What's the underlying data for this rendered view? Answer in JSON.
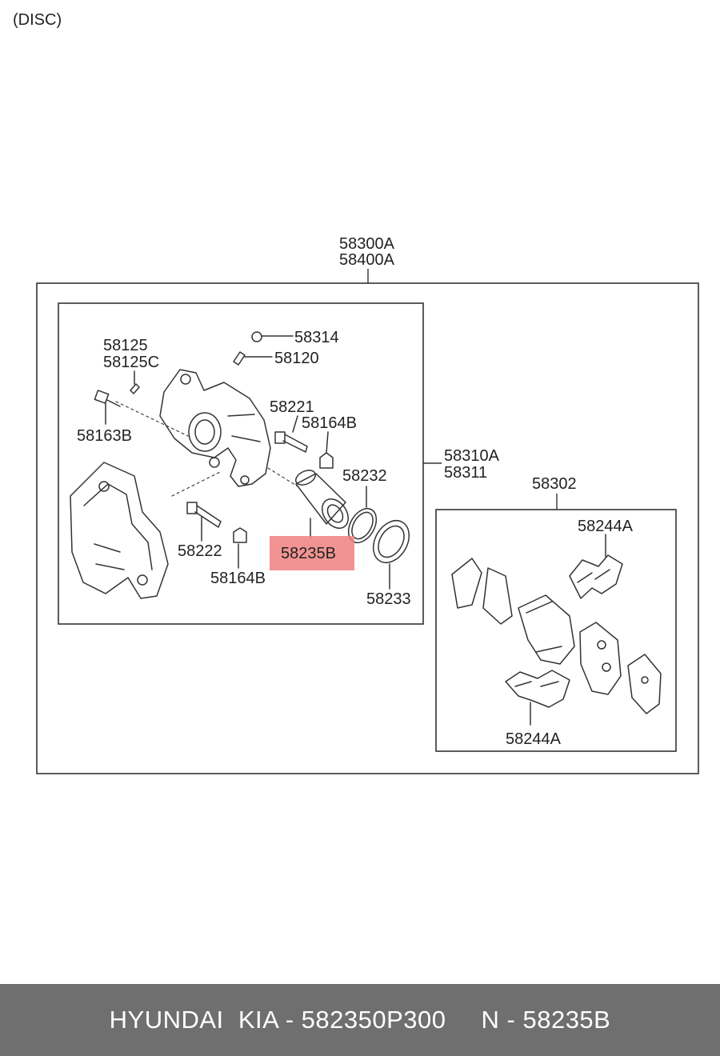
{
  "header": {
    "label": "(DISC)"
  },
  "diagram": {
    "assembly_labels": [
      "58300A",
      "58400A"
    ],
    "caliper_group_labels": [
      "58310A",
      "58311"
    ],
    "pad_kit_label": "58302",
    "highlight_color": "#f08080",
    "parts": {
      "p58125": "58125",
      "p58125c": "58125C",
      "p58314": "58314",
      "p58120": "58120",
      "p58163b": "58163B",
      "p58221": "58221",
      "p58164b_top": "58164B",
      "p58232": "58232",
      "p58222": "58222",
      "p58235b": "58235B",
      "p58164b_bottom": "58164B",
      "p58233": "58233",
      "p58244a_top": "58244A",
      "p58244a_bottom": "58244A"
    }
  },
  "footer": {
    "brand_part": "HYUNDAI  KIA - 582350P300",
    "ref_part": "N - 58235B",
    "background": "#6f6f6f"
  }
}
